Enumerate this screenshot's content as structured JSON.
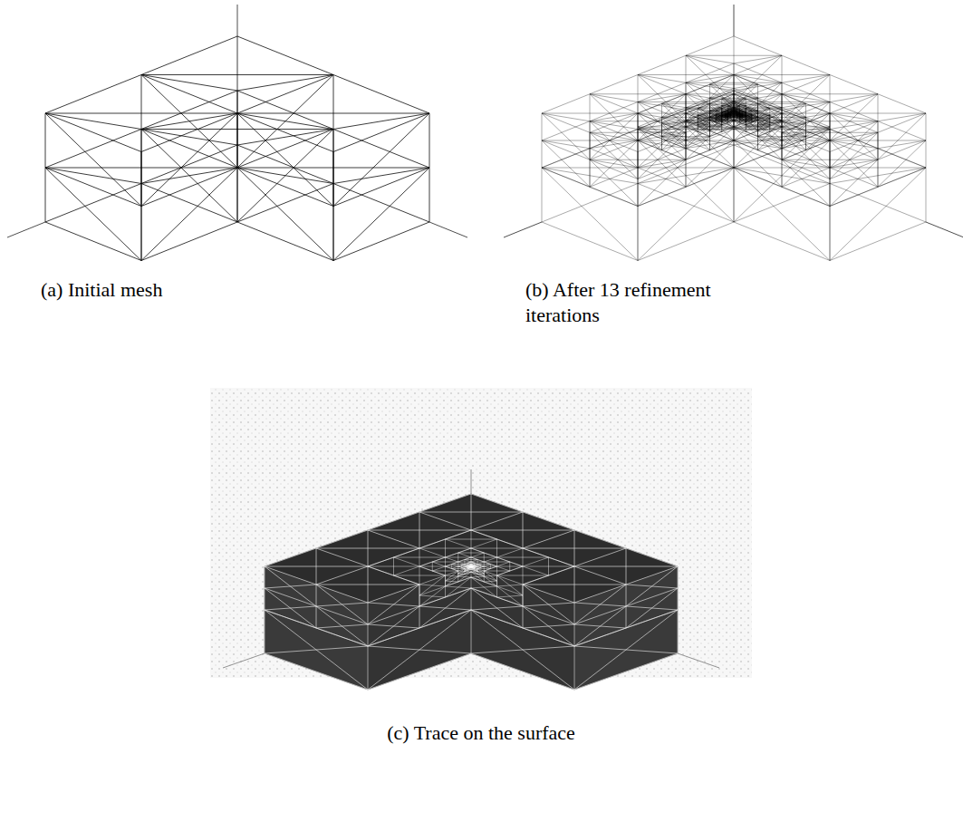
{
  "diagram": {
    "labels": [
      "(a) Initial mesh",
      "(b) After 13 refinement iterations",
      "(c) Trace on the surface"
    ]
  }
}
